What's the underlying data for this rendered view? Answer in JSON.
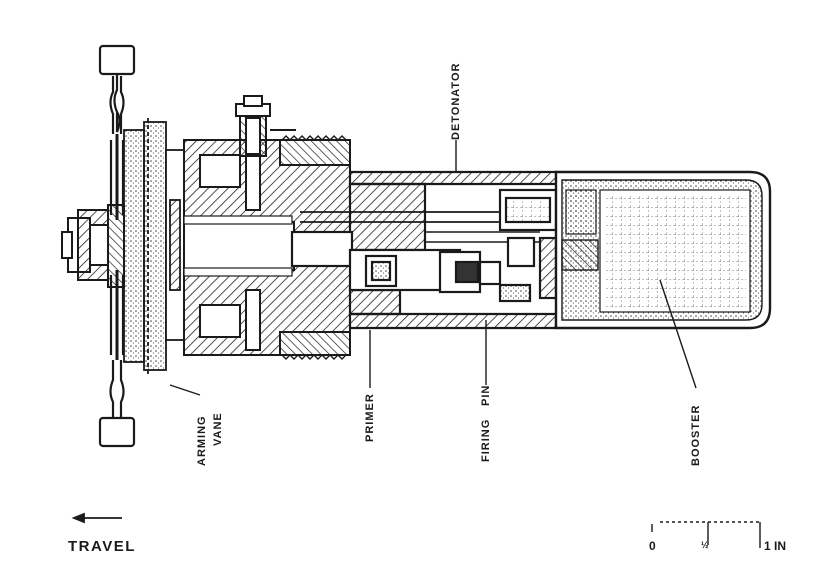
{
  "labels": {
    "detonator": "DETONATOR",
    "arming": "ARMING",
    "vane": "VANE",
    "primer": "PRIMER",
    "firing": "FIRING",
    "pin": "PIN",
    "booster": "BOOSTER",
    "travel": "TRAVEL"
  },
  "scale": {
    "zero": "0",
    "half": "½",
    "one": "1 IN"
  }
}
